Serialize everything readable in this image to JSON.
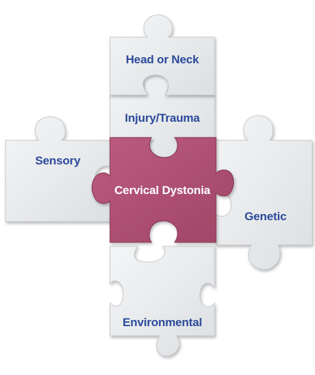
{
  "colors": {
    "piece_light": "#e9ebed",
    "piece_light_edge": "#c7cacd",
    "center_piece": "#b14f73",
    "center_piece_edge": "#8c3a57",
    "label_text": "#2b4a9b",
    "center_label_text": "#ffffff"
  },
  "pieces": {
    "top": {
      "label": "Head or Neck"
    },
    "upper": {
      "label": "Injury/Trauma"
    },
    "left": {
      "label": "Sensory"
    },
    "center": {
      "label": "Cervical Dystonia"
    },
    "right": {
      "label": "Genetic"
    },
    "bottom": {
      "label": "Environmental"
    }
  }
}
